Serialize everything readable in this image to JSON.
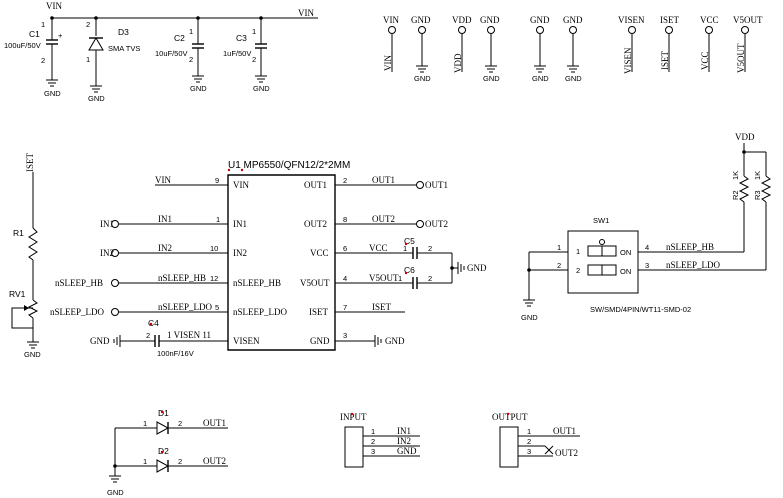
{
  "nets": {
    "vin": "VIN",
    "gnd": "GND",
    "vdd": "VDD",
    "visen": "VISEN",
    "iset": "ISET",
    "vcc": "VCC",
    "v5out": "V5OUT",
    "out1": "OUT1",
    "out2": "OUT2",
    "in1": "IN1",
    "in2": "IN2",
    "nsleep_hb": "nSLEEP_HB",
    "nsleep_ldo": "nSLEEP_LDO"
  },
  "parts": {
    "c1_ref": "C1",
    "c1_val": "100uF/50V",
    "d3_ref": "D3",
    "d3_val": "SMA TVS",
    "c2_ref": "C2",
    "c2_val": "10uF/50V",
    "c3_ref": "C3",
    "c3_val": "1uF/50V",
    "u1_title": "U1  MP6550/QFN12/2*2MM",
    "r1_ref": "R1",
    "rv1_ref": "RV1",
    "c4_ref": "C4",
    "c4_val": "100nF/16V",
    "c5_ref": "C5",
    "c6_ref": "C6",
    "r2_ref": "R2",
    "r2_val": "1K",
    "r3_ref": "R3",
    "r3_val": "1K",
    "sw1_ref": "SW1",
    "sw1_val": "SW/SMD/4PIN/WT11-SMD-02",
    "on": "ON",
    "d1_ref": "D1",
    "d2_ref": "D2",
    "input_title": "INPUT",
    "output_title": "OUTPUT"
  },
  "pins": {
    "n1": "1",
    "n2": "2",
    "n3": "3",
    "n4": "4",
    "n5": "5",
    "n6": "6",
    "n7": "7",
    "n8": "8",
    "n9": "9",
    "n10": "10",
    "n11": "11",
    "n12": "12",
    "p1_11": "1 VISEN 11",
    "p5_out": "V5OUT  1"
  }
}
